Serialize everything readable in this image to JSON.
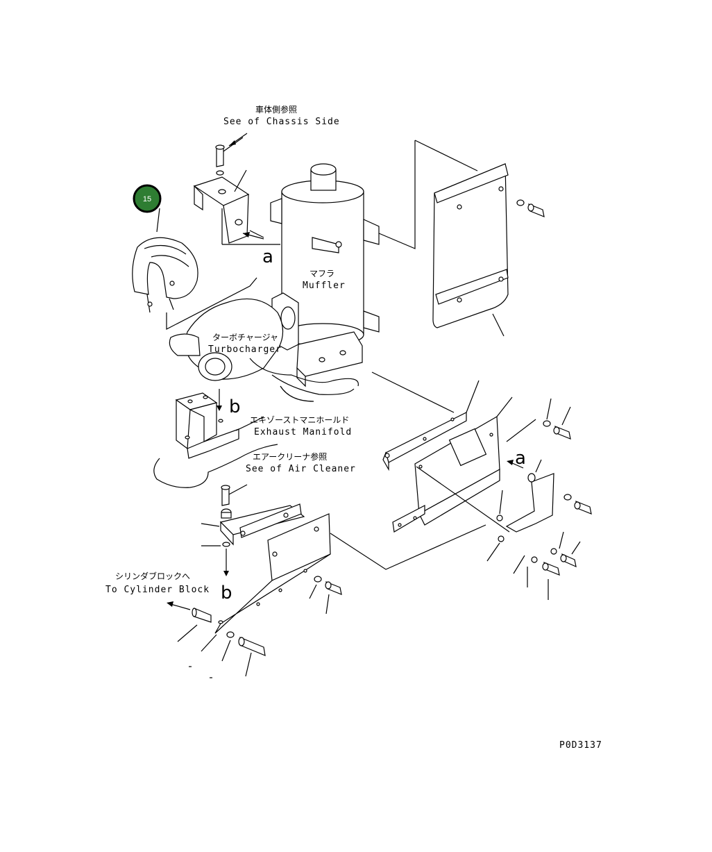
{
  "labels": {
    "chassis_jp": "車体側参照",
    "chassis_en": "See of Chassis Side",
    "muffler_jp": "マフラ",
    "muffler_en": "Muffler",
    "turbo_jp": "ターボチャージャ",
    "turbo_en": "Turbocharger",
    "manifold_jp": "エキゾーストマニホールド",
    "manifold_en": "Exhaust Manifold",
    "aircleaner_jp": "エアークリーナ参照",
    "aircleaner_en": "See of Air Cleaner",
    "cylinder_jp": "シリンダブロックへ",
    "cylinder_en": "To Cylinder Block",
    "drawing_code": "P0D3137"
  },
  "refs": {
    "a": "a",
    "b": "b"
  },
  "callout": {
    "number": "15",
    "color": "#2e7d32",
    "ring_color": "#000000"
  }
}
